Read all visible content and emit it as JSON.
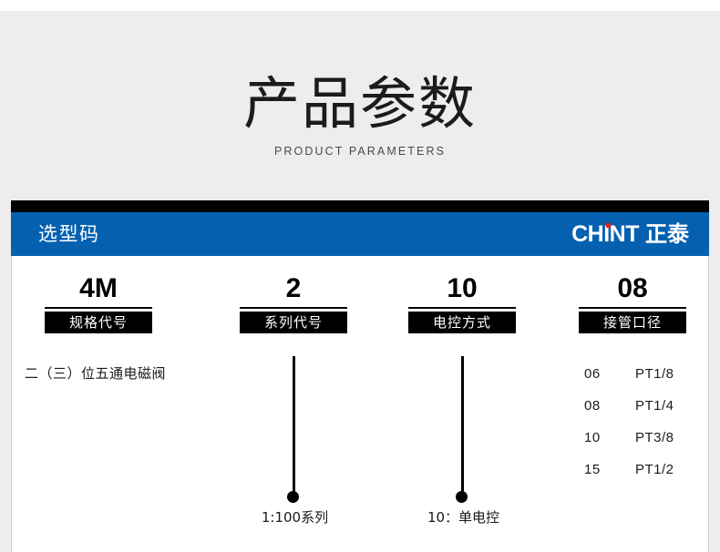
{
  "heading": {
    "title_cn": "产品参数",
    "title_en": "PRODUCT PARAMETERS"
  },
  "card": {
    "section_title": "选型码",
    "brand": {
      "latin": "CHINT",
      "chinese": "正泰",
      "accent_color": "#e2231a"
    },
    "header_color": "#0561b0"
  },
  "columns": [
    {
      "code": "4M",
      "label": "规格代号",
      "description": "二（三）位五通电磁阀"
    },
    {
      "code": "2",
      "label": "系列代号",
      "connector_text": "1:100系列"
    },
    {
      "code": "10",
      "label": "电控方式",
      "connector_text": "10：单电控"
    },
    {
      "code": "08",
      "label": "接管口径",
      "ports": [
        {
          "code": "06",
          "size": "PT1/8"
        },
        {
          "code": "08",
          "size": "PT1/4"
        },
        {
          "code": "10",
          "size": "PT3/8"
        },
        {
          "code": "15",
          "size": "PT1/2"
        }
      ]
    }
  ]
}
